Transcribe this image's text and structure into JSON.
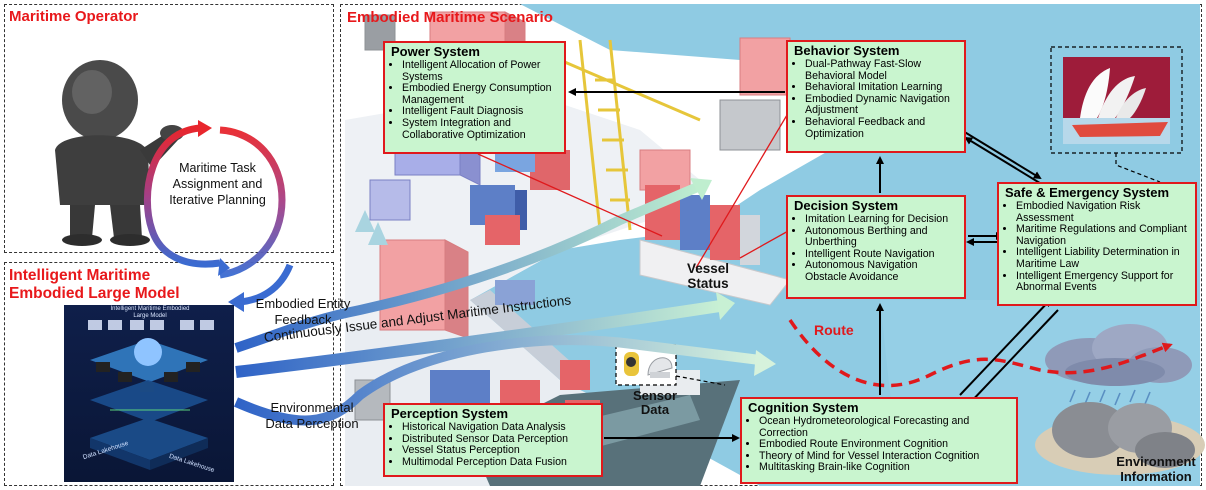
{
  "panels": {
    "operator": "Maritime Operator",
    "model": "Intelligent Maritime Embodied Large Model",
    "scenario": "Embodied Maritime Scenario"
  },
  "labels": {
    "task_loop": "Maritime Task Assignment and Iterative Planning",
    "feedback": "Embodied Entity Feedback",
    "instructions": "Continuously Issue and Adjust Maritime Instructions",
    "env_perception": "Environmental Data Perception",
    "vessel_status": "Vessel Status",
    "route": "Route",
    "sensor_data": "Sensor Data",
    "env_info": "Environment Information"
  },
  "model_screen": {
    "title": "Intelligent Maritime Embodied Large Model",
    "lake_left": "Data Lakehouse",
    "lake_right": "Data Lakehouse"
  },
  "systems": {
    "power": {
      "title": "Power System",
      "items": [
        "Intelligent Allocation of Power Systems",
        "Embodied Energy Consumption Management",
        "Intelligent Fault Diagnosis",
        "System Integration and Collaborative Optimization"
      ]
    },
    "behavior": {
      "title": "Behavior System",
      "items": [
        "Dual-Pathway Fast-Slow Behavioral Model",
        "Behavioral Imitation Learning",
        "Embodied Dynamic Navigation Adjustment",
        "Behavioral Feedback and Optimization"
      ]
    },
    "decision": {
      "title": "Decision System",
      "items": [
        "Imitation Learning for Decision",
        "Autonomous Berthing and Unberthing",
        "Intelligent Route Navigation",
        "Autonomous Navigation Obstacle Avoidance"
      ]
    },
    "safe": {
      "title": "Safe & Emergency System",
      "items": [
        "Embodied Navigation Risk Assessment",
        "Maritime Regulations and Compliant Navigation",
        "Intelligent Liability Determination in Maritime Law",
        "Intelligent Emergency Support for Abnormal Events"
      ]
    },
    "perception": {
      "title": "Perception System",
      "items": [
        "Historical Navigation Data Analysis",
        "Distributed Sensor Data Perception",
        "Vessel Status Perception",
        "Multimodal Perception Data Fusion"
      ]
    },
    "cognition": {
      "title": "Cognition System",
      "items": [
        "Ocean Hydrometeorological Forecasting and Correction",
        "Embodied Route Environment Cognition",
        "Theory of Mind for Vessel Interaction Cognition",
        "Multitasking Brain-like Cognition"
      ]
    }
  },
  "colors": {
    "accent_red": "#e0191c",
    "box_fill": "#c9f5cf",
    "water": "#8fcbe3",
    "loop_red": "#e8262d",
    "loop_blue": "#3a6bd1"
  }
}
